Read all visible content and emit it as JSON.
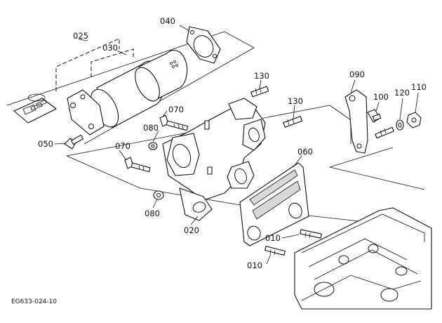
{
  "figure_code": "EG633-024-10",
  "callouts": {
    "p010a": "010",
    "p010b": "010",
    "p020": "020",
    "p025": "025",
    "p030": "030",
    "p040": "040",
    "p050": "050",
    "p060": "060",
    "p070a": "070",
    "p070b": "070",
    "p080a": "080",
    "p080b": "080",
    "p090": "090",
    "p100": "100",
    "p110": "110",
    "p120": "120",
    "p130a": "130",
    "p130b": "130"
  }
}
